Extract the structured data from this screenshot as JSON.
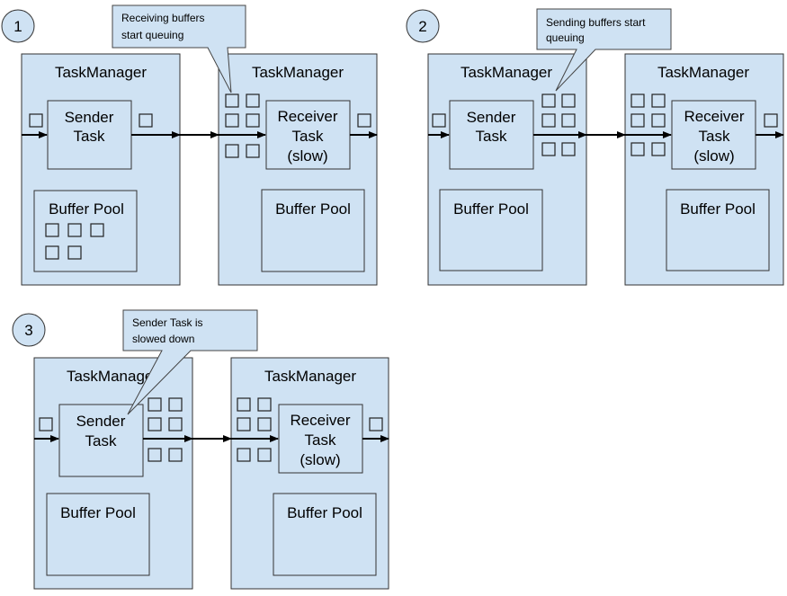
{
  "steps": [
    {
      "number": "1",
      "callout": [
        "Receiving buffers",
        "start queuing"
      ]
    },
    {
      "number": "2",
      "callout": [
        "Sending buffers start",
        "queuing"
      ]
    },
    {
      "number": "3",
      "callout": [
        "Sender Task is",
        "slowed down"
      ]
    }
  ],
  "labels": {
    "task_manager": "TaskManager",
    "sender_task": [
      "Sender",
      "Task"
    ],
    "receiver_task": [
      "Receiver",
      "Task",
      "(slow)"
    ],
    "buffer_pool": "Buffer Pool"
  },
  "colors": {
    "box_fill": "#cfe2f3",
    "stroke": "#333333",
    "arrow": "#000000"
  }
}
